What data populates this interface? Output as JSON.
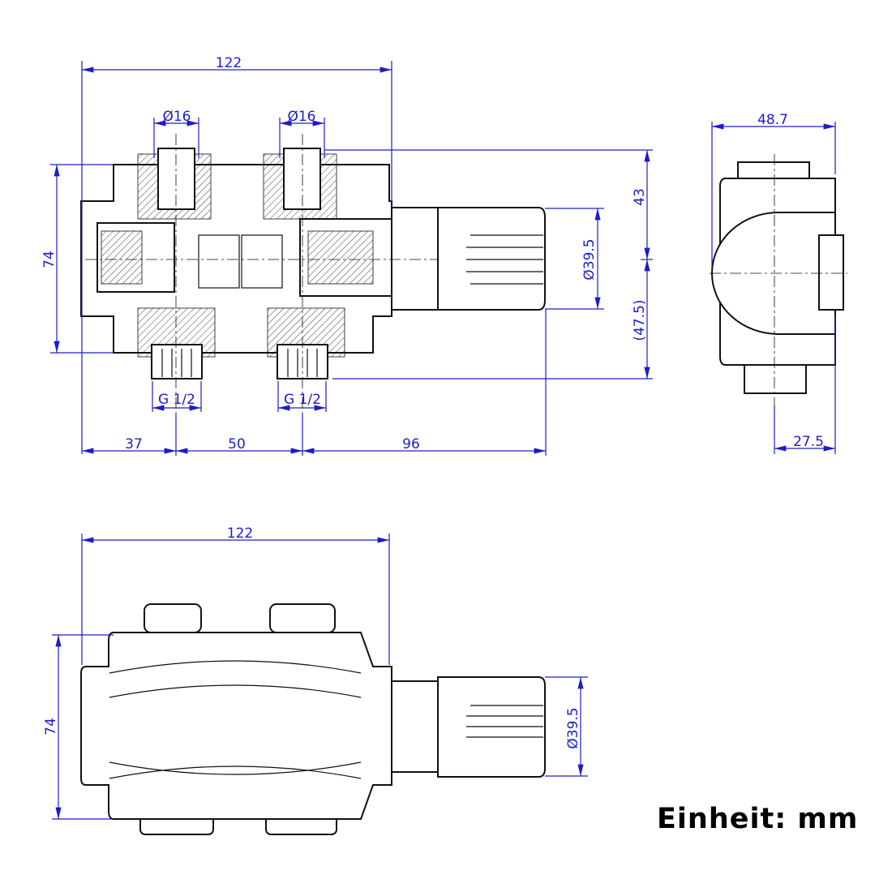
{
  "front_section_view": {
    "overall_length": "122",
    "inlet_diameter_left": "Ø16",
    "inlet_diameter_right": "Ø16",
    "overall_height": "74",
    "top_offset": "43",
    "bottom_offset": "(47.5)",
    "knob_diameter": "Ø39.5",
    "thread_left": "G 1/2",
    "thread_right": "G 1/2",
    "offset_left": "37",
    "port_spacing": "50",
    "knob_projection": "96"
  },
  "side_view": {
    "width": "48.7",
    "port_offset": "27.5"
  },
  "bottom_view": {
    "overall_length": "122",
    "overall_height": "74",
    "knob_diameter": "Ø39.5"
  },
  "unit_label": "Einheit: mm",
  "colors": {
    "dimension": "#1d1dc8",
    "outline": "#111111"
  }
}
